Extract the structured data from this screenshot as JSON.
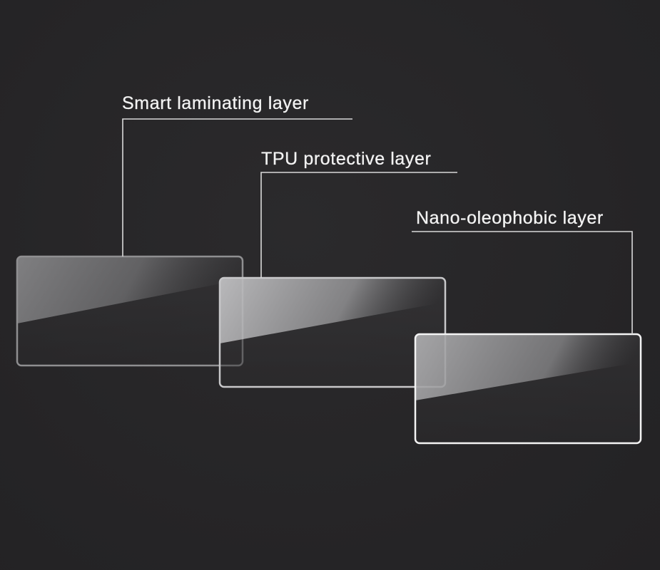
{
  "labels": {
    "layer_1": "Smart laminating layer",
    "layer_2": "TPU protective layer",
    "layer_3": "Nano-oleophobic layer"
  },
  "colors": {
    "background": "#262527",
    "text": "#f2f2f2",
    "leader_line": "#d9d9d9",
    "panel_1_border": "#8f8f91",
    "panel_2_border": "#c8c8ca",
    "panel_3_border": "#f4f4f4"
  }
}
